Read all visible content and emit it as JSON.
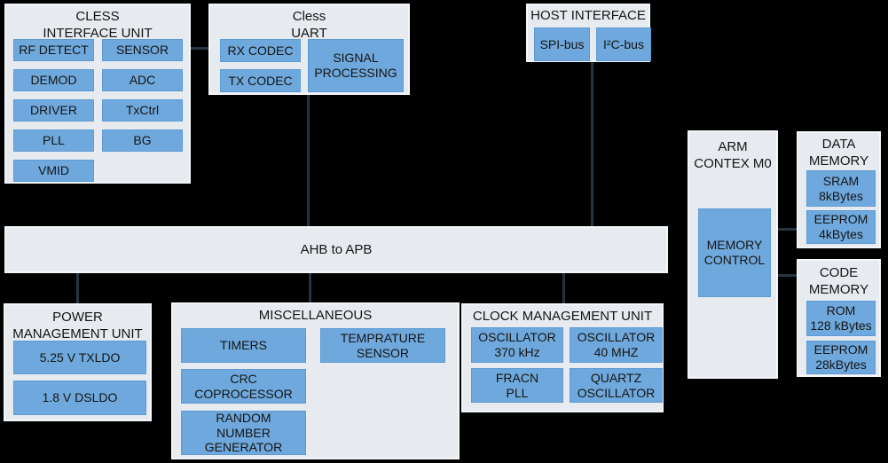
{
  "colors": {
    "background": "#000000",
    "container_fill": "#e7ebf0",
    "container_border": "#f4f7fa",
    "block_fill": "#6fa8dc",
    "block_border": "#5d9bd3",
    "connector": "#253443",
    "text": "#141414"
  },
  "blocks": {
    "cless_interface_unit": {
      "title": [
        "CLESS",
        "INTERFACE UNIT"
      ],
      "items": {
        "rf_detect": "RF DETECT",
        "sensor": "SENSOR",
        "demod": "DEMOD",
        "adc": "ADC",
        "driver": "DRIVER",
        "txctrl": "TxCtrl",
        "pll": "PLL",
        "bg": "BG",
        "vmid": "VMID"
      }
    },
    "cless_uart": {
      "title": [
        "Cless",
        "UART"
      ],
      "items": {
        "rx_codec": "RX CODEC",
        "tx_codec": "TX CODEC",
        "signal_processing": [
          "SIGNAL",
          "PROCESSING"
        ]
      }
    },
    "host_interface": {
      "title": [
        "HOST INTERFACE"
      ],
      "items": {
        "spi_bus": "SPI-bus",
        "i2c_bus": "I²C-bus"
      }
    },
    "ahb_bridge": {
      "label": "AHB to APB"
    },
    "arm_core": {
      "title": [
        "ARM",
        "CONTEX M0"
      ],
      "items": {
        "memory_control": [
          "MEMORY",
          "CONTROL"
        ]
      }
    },
    "data_memory": {
      "title": [
        "DATA",
        "MEMORY"
      ],
      "items": {
        "sram": [
          "SRAM",
          "8kBytes"
        ],
        "eeprom": [
          "EEPROM",
          "4kBytes"
        ]
      }
    },
    "code_memory": {
      "title": [
        "CODE",
        "MEMORY"
      ],
      "items": {
        "rom": [
          "ROM",
          "128 kBytes"
        ],
        "eeprom": [
          "EEPROM",
          "28kBytes"
        ]
      }
    },
    "power_management": {
      "title": [
        "POWER",
        "MANAGEMENT UNIT"
      ],
      "items": {
        "txldo": "5.25 V TXLDO",
        "dsldo": "1.8 V DSLDO"
      }
    },
    "miscellaneous": {
      "title": [
        "MISCELLANEOUS"
      ],
      "items": {
        "timers": "TIMERS",
        "temperature_sensor": [
          "TEMPRATURE",
          "SENSOR"
        ],
        "crc_coprocessor": [
          "CRC",
          "COPROCESSOR"
        ],
        "random_number_generator": [
          "RANDOM",
          "NUMBER",
          "GENERATOR"
        ]
      }
    },
    "clock_management": {
      "title": [
        "CLOCK MANAGEMENT UNIT"
      ],
      "items": {
        "oscillator_370khz": [
          "OSCILLATOR",
          "370 kHz"
        ],
        "oscillator_40mhz": [
          "OSCILLATOR",
          "40 MHZ"
        ],
        "fracn_pll": [
          "FRACN",
          "PLL"
        ],
        "quartz_oscillator": [
          "QUARTZ",
          "OSCILLATOR"
        ]
      }
    }
  }
}
